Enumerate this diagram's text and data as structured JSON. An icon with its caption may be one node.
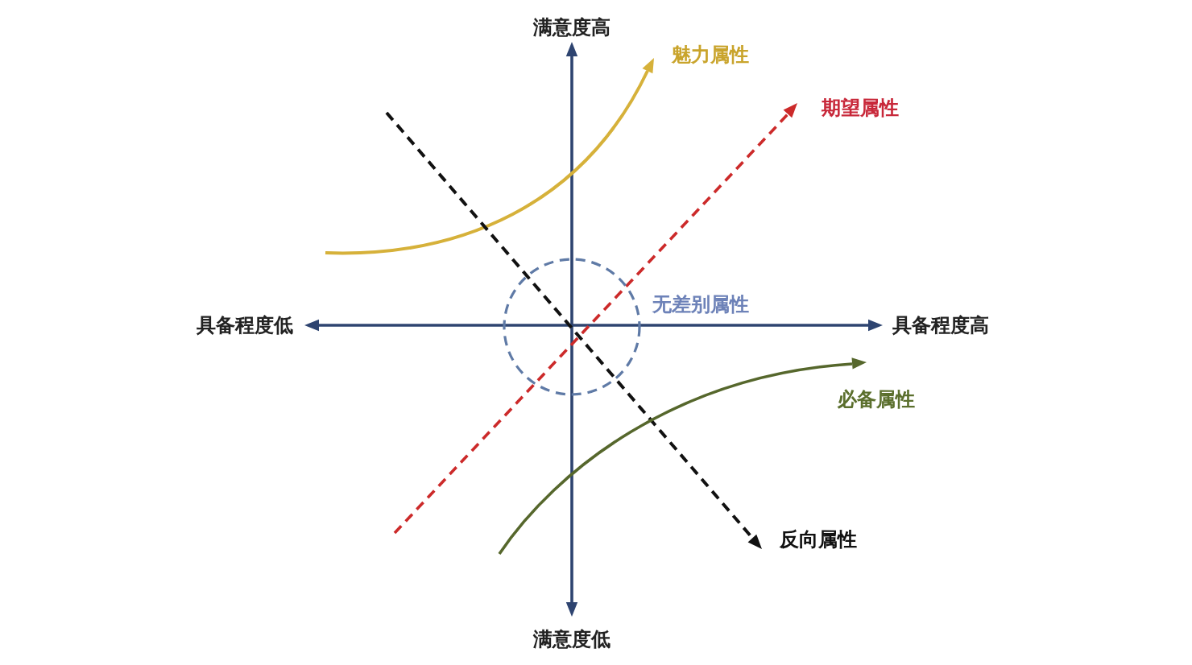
{
  "diagram": {
    "nodes": [
      {
        "text": [],
        "shape": "circle",
        "beside": [
          "无差别属性"
        ]
      }
    ],
    "labels": [
      "满意度高",
      "魅力属性",
      "期望属性",
      "具备程度低",
      "具备程度高",
      "必备属性",
      "反向属性",
      "满意度低"
    ]
  }
}
